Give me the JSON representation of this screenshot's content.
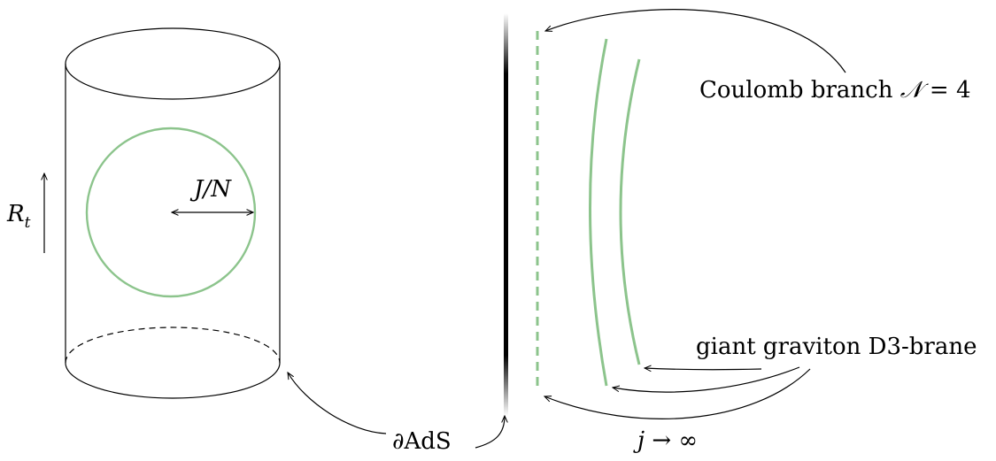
{
  "labels": {
    "radius": "J/N",
    "time_axis": "R",
    "time_axis_sub": "t",
    "boundary": "∂AdS",
    "coulomb_prefix": "Coulomb branch ",
    "coulomb_n": "𝒩",
    "coulomb_suffix": " = 4",
    "giant_graviton": "giant graviton D3-brane",
    "limit": "j → ∞"
  },
  "colors": {
    "brane": "#8cc48c",
    "ink": "#000000"
  }
}
